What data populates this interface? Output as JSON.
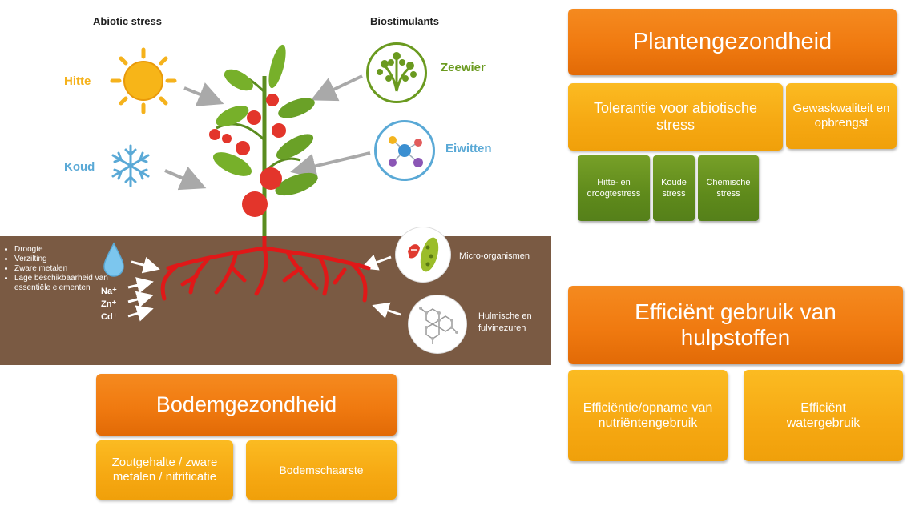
{
  "illustration": {
    "abiotic_heading": "Abiotic stress",
    "biostimulants_heading": "Biostimulants",
    "hitte": "Hitte",
    "koud": "Koud",
    "zeewier": "Zeewier",
    "eiwitten": "Eiwitten",
    "soil_list": [
      "Droogte",
      "Verzilting",
      "Zware metalen",
      "Lage beschikbaarheid van essentiële elementen"
    ],
    "ions": [
      "Na⁺",
      "Zn⁺",
      "Cd⁺"
    ],
    "micro": "Micro-organismen",
    "humic": "Hulmische en fulvinezuren"
  },
  "boxes": {
    "plant_health": "Plantengezondheid",
    "tolerance": "Tolerantie voor abiotische stress",
    "crop_quality": "Gewaskwaliteit en opbrengst",
    "heat_drought": "Hitte- en droogtestress",
    "cold": "Koude stress",
    "chemical": "Chemische stress",
    "efficient_use": "Efficiënt gebruik van hulpstoffen",
    "nutrient": "Efficiëntie/opname van nutriëntengebruik",
    "water": "Efficiënt watergebruik",
    "soil_health": "Bodemgezondheid",
    "salt": "Zoutgehalte / zware metalen / nitrificatie",
    "scarcity": "Bodemschaarste"
  },
  "colors": {
    "orange": "#f07a10",
    "yellow": "#f6a812",
    "green": "#5f8a1b",
    "soil": "#7a5a43",
    "hitte": "#f5b21c",
    "koud": "#5aa9d6",
    "zeewier": "#6a9a1f",
    "eiwitten": "#5aa9d6",
    "root": "#e01818"
  }
}
